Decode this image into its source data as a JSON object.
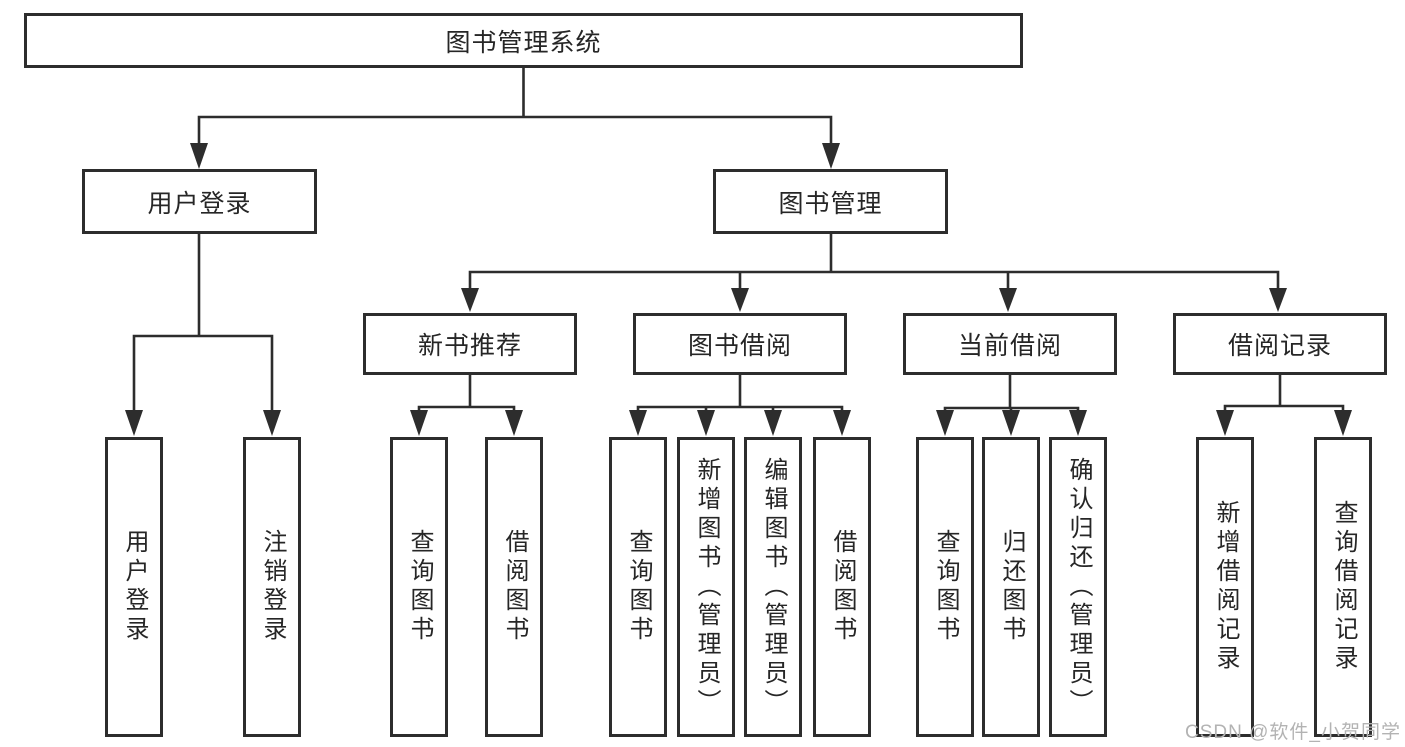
{
  "colors": {
    "line": "#2d2d2d",
    "text": "#262626",
    "watermark": "#b3b3b3",
    "background": "#ffffff"
  },
  "watermark": "CSDN @软件_小贺同学",
  "tree": {
    "root": {
      "label": "图书管理系统",
      "children": [
        {
          "label": "用户登录",
          "children": [
            {
              "label": "用户登录"
            },
            {
              "label": "注销登录"
            }
          ]
        },
        {
          "label": "图书管理",
          "children": [
            {
              "label": "新书推荐",
              "children": [
                {
                  "label": "查询图书"
                },
                {
                  "label": "借阅图书"
                }
              ]
            },
            {
              "label": "图书借阅",
              "children": [
                {
                  "label": "查询图书"
                },
                {
                  "label": "新增图书（管理员）"
                },
                {
                  "label": "编辑图书（管理员）"
                },
                {
                  "label": "借阅图书"
                }
              ]
            },
            {
              "label": "当前借阅",
              "children": [
                {
                  "label": "查询图书"
                },
                {
                  "label": "归还图书"
                },
                {
                  "label": "确认归还（管理员）"
                }
              ]
            },
            {
              "label": "借阅记录",
              "children": [
                {
                  "label": "新增借阅记录"
                },
                {
                  "label": "查询借阅记录"
                }
              ]
            }
          ]
        }
      ]
    }
  }
}
